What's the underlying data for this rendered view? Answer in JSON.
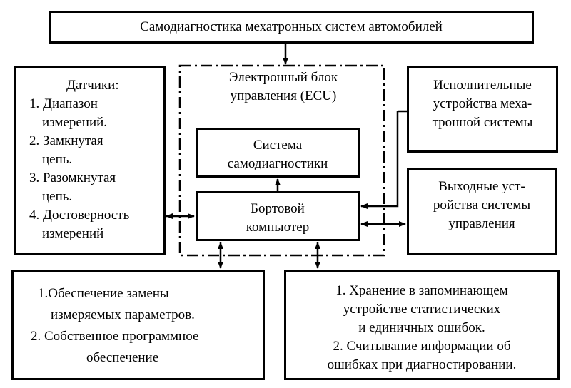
{
  "title": "Самодиагностика мехатронных систем автомобилей",
  "sensors": {
    "lines": [
      "Датчики:",
      "1. Диапазон",
      "измерений.",
      "2. Замкнутая",
      "цепь.",
      "3. Разомкнутая",
      "цепь.",
      "4. Достоверность",
      "измерений"
    ]
  },
  "ecu": {
    "lines": [
      "Электронный блок",
      "управления (ECU)"
    ]
  },
  "actuators": {
    "lines": [
      "Исполнительные",
      "устройства меха-",
      "тронной системы"
    ]
  },
  "self_diagnostics": {
    "lines": [
      "Система",
      "самодиагностики"
    ]
  },
  "onboard_computer": {
    "lines": [
      "Бортовой",
      "компьютер"
    ]
  },
  "output_devices": {
    "lines": [
      "Выходные уст-",
      "ройства системы",
      "управления"
    ]
  },
  "left_bottom": {
    "lines": [
      "1.Обеспечение замены",
      "измеряемых параметров.",
      "2. Собственное программное",
      "обеспечение"
    ]
  },
  "right_bottom": {
    "lines": [
      "1. Хранение в запоминающем",
      "устройстве статистических",
      "и единичных ошибок.",
      "2. Считывание информации об",
      "ошибках при диагностировании."
    ]
  }
}
